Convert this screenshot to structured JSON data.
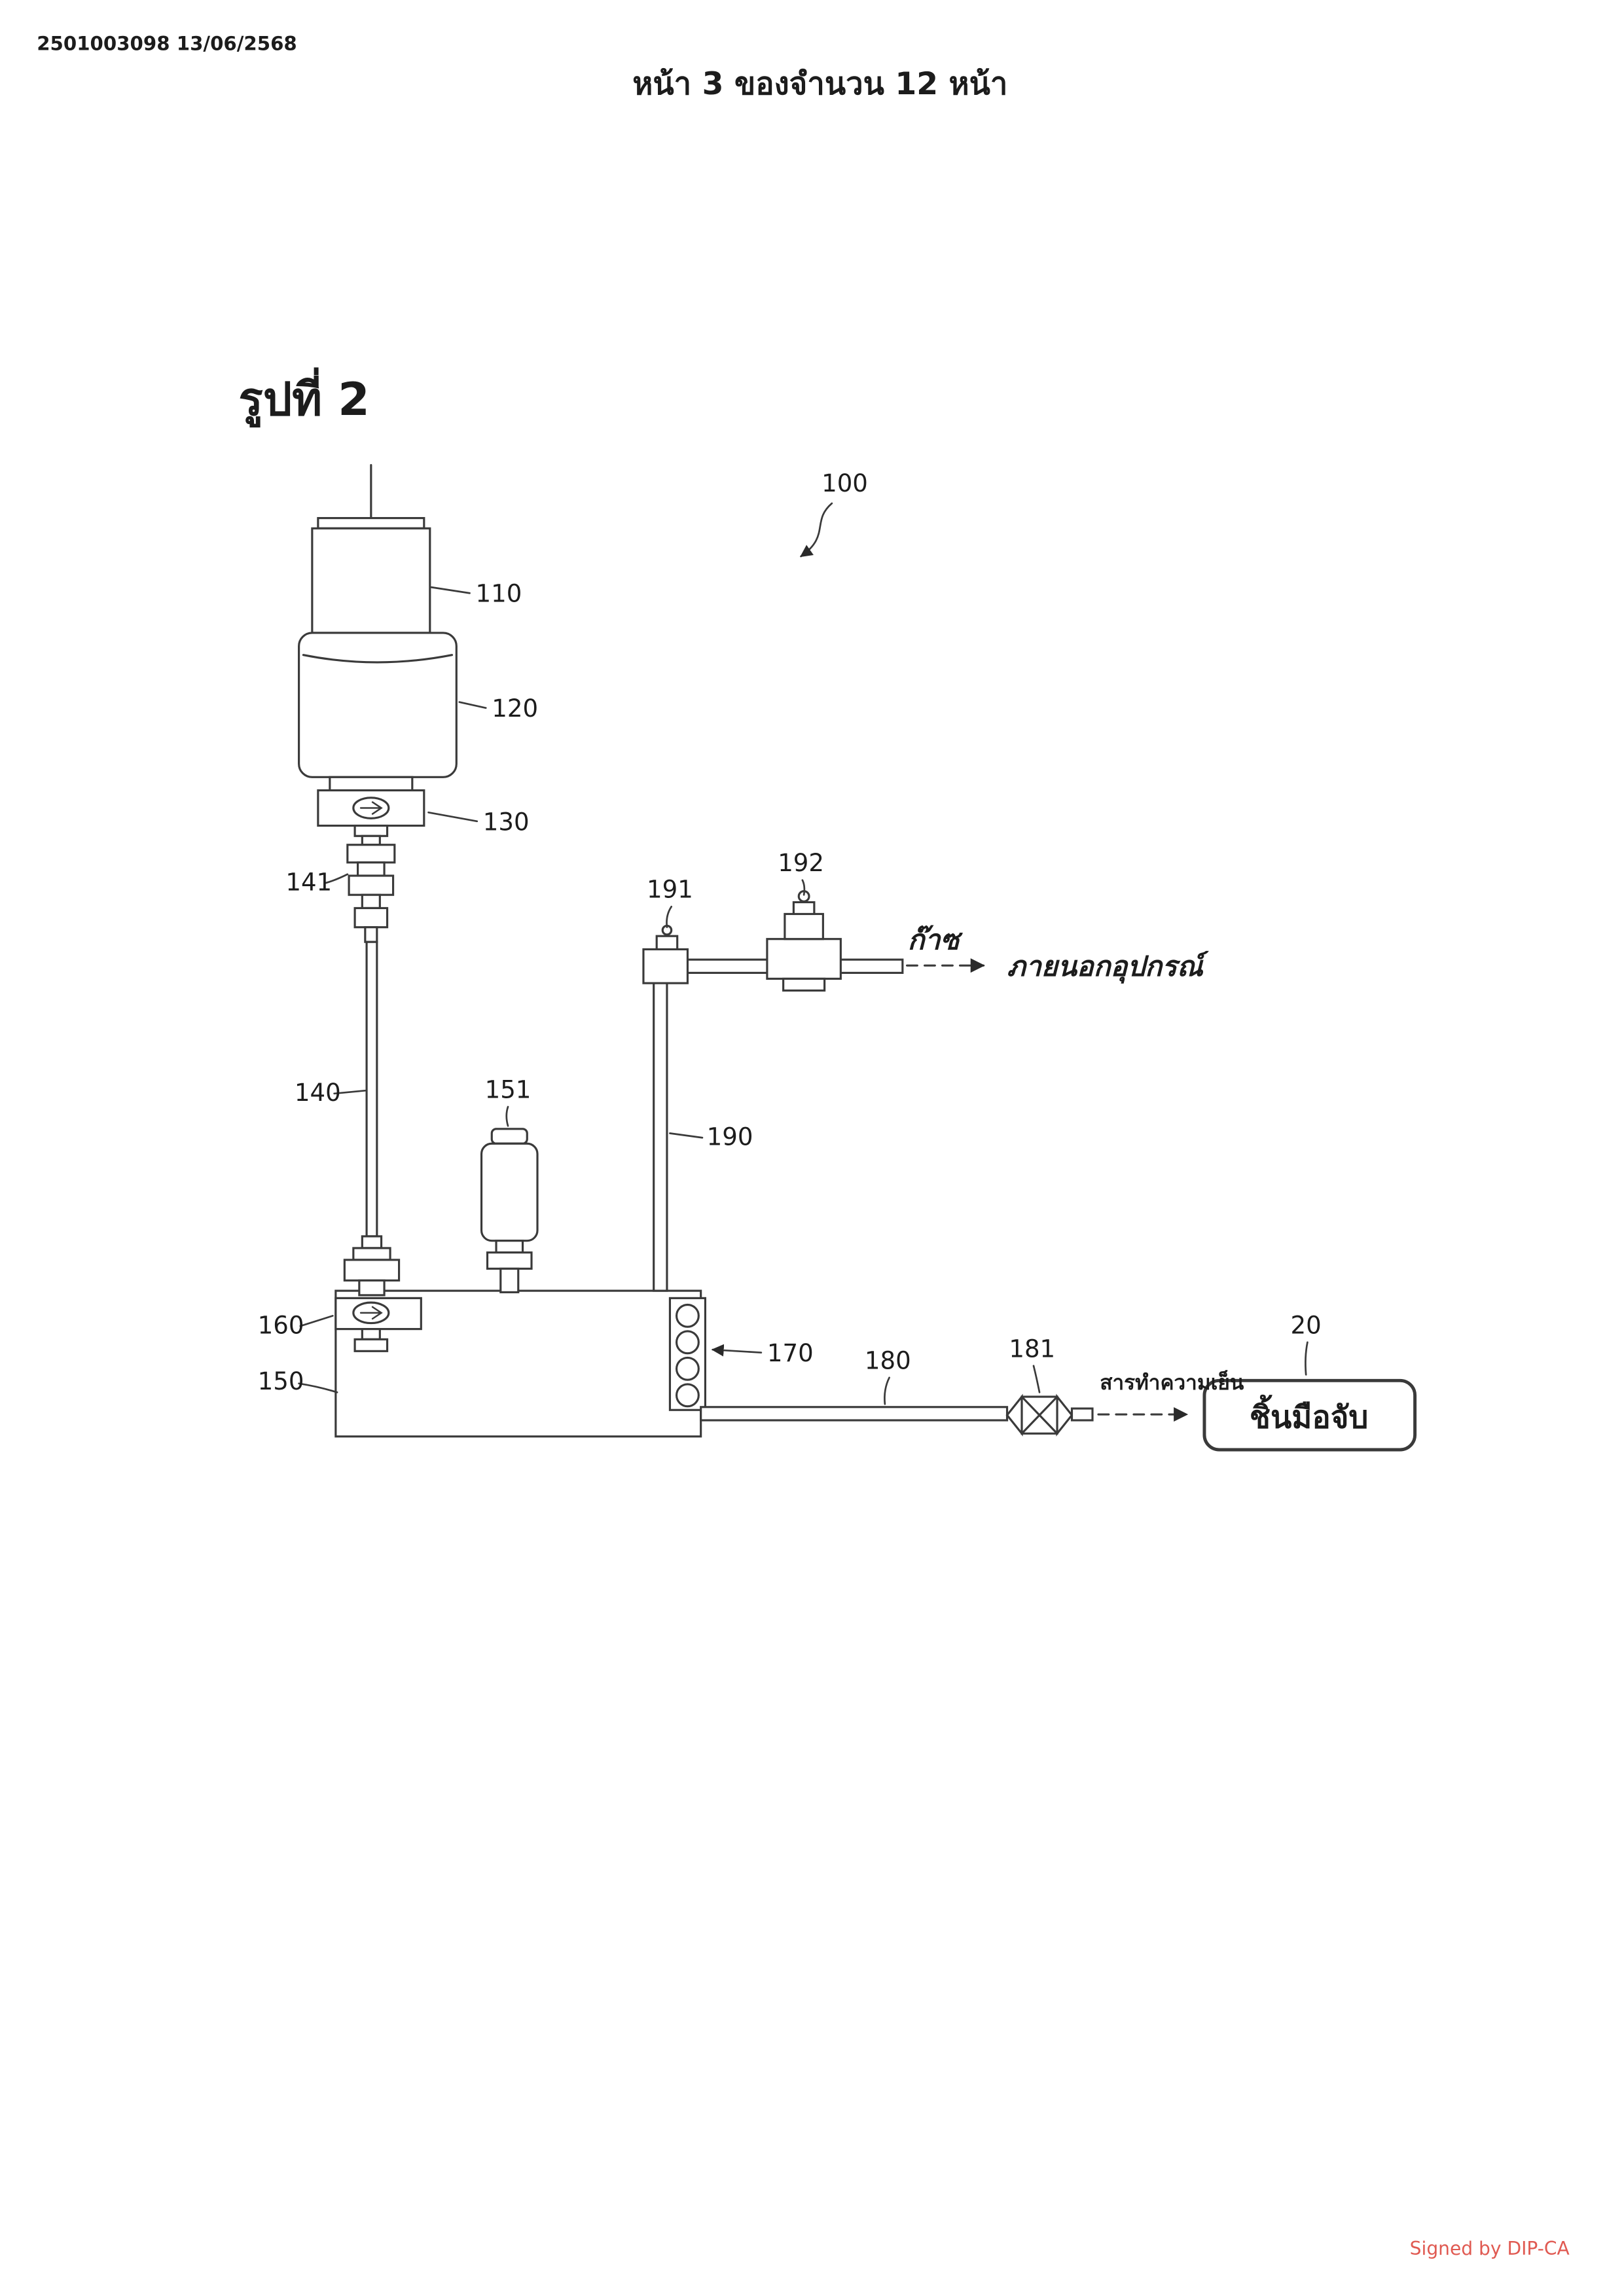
{
  "page": {
    "doc_number": "2501003098 13/06/2568",
    "page_header": "หน้า 3 ของจำนวน 12 หน้า",
    "figure_title": "รูปที่ 2",
    "signature": "Signed by DIP-CA"
  },
  "figure": {
    "ref_labels": {
      "n100": "100",
      "n110": "110",
      "n120": "120",
      "n130": "130",
      "n140": "140",
      "n141": "141",
      "n150": "150",
      "n151": "151",
      "n160": "160",
      "n170": "170",
      "n180": "180",
      "n181": "181",
      "n190": "190",
      "n191": "191",
      "n192": "192",
      "n20": "20"
    },
    "annotations": {
      "gas": "ก๊าซ",
      "outside_device": "ภายนอกอุปกรณ์",
      "refrigerant": "สารทำความเย็น",
      "handpiece": "ชิ้นมือจับ"
    },
    "colors": {
      "line": "#3a3a3a",
      "signature_red": "#e05a52"
    }
  }
}
